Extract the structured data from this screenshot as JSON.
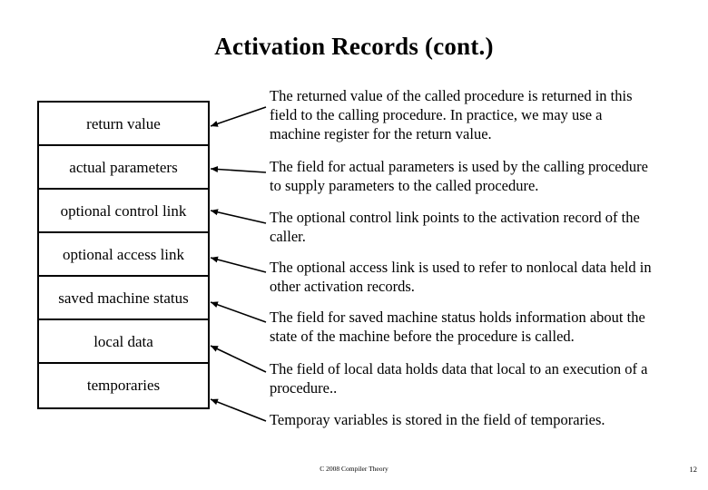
{
  "slide": {
    "title": "Activation Records (cont.)",
    "record_fields": [
      {
        "label": "return value"
      },
      {
        "label": "actual parameters"
      },
      {
        "label": "optional control link"
      },
      {
        "label": "optional access link"
      },
      {
        "label": "saved machine status"
      },
      {
        "label": "local data"
      },
      {
        "label": "temporaries"
      }
    ],
    "descriptions": [
      "The returned value of the called procedure is returned in this field to the calling procedure. In practice, we may use a machine register for the return value.",
      "The field for actual parameters is used by the calling procedure to supply parameters to the called procedure.",
      "The optional control link points to the activation record of the caller.",
      "The optional access link is used to refer to nonlocal data held in other activation records.",
      "The field for saved machine status holds information about the state of the machine before the procedure is called.",
      "The field of local data holds data that local to an execution of a procedure..",
      "Temporay variables is stored in the field of temporaries."
    ],
    "footer": "C 2008  Compiler Theory",
    "page_number": "12",
    "colors": {
      "text": "#000000",
      "background": "#ffffff",
      "outline": "#000000"
    }
  }
}
